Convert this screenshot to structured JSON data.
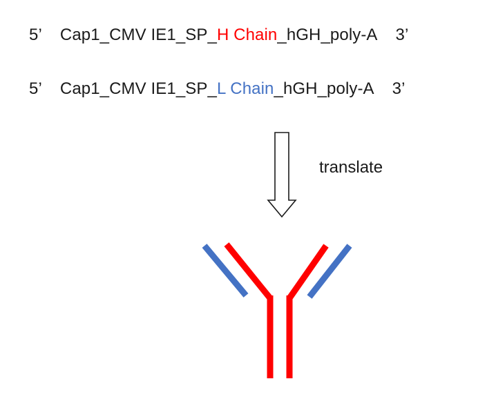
{
  "constructs": [
    {
      "five_prime": "5’",
      "prefix": "Cap1_CMV IE1_SP_",
      "chain": "H Chain",
      "suffix": "_hGH_poly-A",
      "three_prime": "3’",
      "chain_color": "#ff0000"
    },
    {
      "five_prime": "5’",
      "prefix": "Cap1_CMV IE1_SP_",
      "chain": "L Chain",
      "suffix": "_hGH_poly-A",
      "three_prime": "3’",
      "chain_color": "#4472c4"
    }
  ],
  "arrow": {
    "label": "translate"
  },
  "colors": {
    "heavy_chain": "#ff0000",
    "light_chain": "#4472c4",
    "text": "#1a1a1a"
  }
}
